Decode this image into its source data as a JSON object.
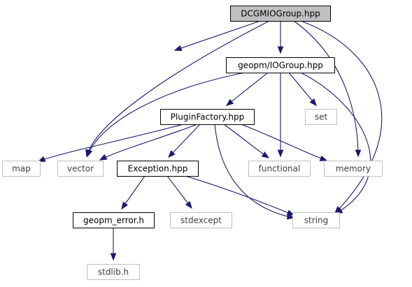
{
  "colors": {
    "edge": "#191970",
    "root_fill": "#bfbfbf",
    "node_fill": "#ffffff",
    "node_border": "#000000",
    "external_border": "#bfbfbf",
    "external_text": "#404040",
    "text": "#000000"
  },
  "nodes": [
    {
      "id": "dcgm",
      "label": "DCGMIOGroup.hpp",
      "kind": "root"
    },
    {
      "id": "iogroup",
      "label": "geopm/IOGroup.hpp",
      "kind": "header"
    },
    {
      "id": "plugin",
      "label": "PluginFactory.hpp",
      "kind": "header"
    },
    {
      "id": "exception",
      "label": "Exception.hpp",
      "kind": "header"
    },
    {
      "id": "geopm_error",
      "label": "geopm_error.h",
      "kind": "header"
    },
    {
      "id": "set",
      "label": "set",
      "kind": "external"
    },
    {
      "id": "map",
      "label": "map",
      "kind": "external"
    },
    {
      "id": "vector",
      "label": "vector",
      "kind": "external"
    },
    {
      "id": "functional",
      "label": "functional",
      "kind": "external"
    },
    {
      "id": "memory",
      "label": "memory",
      "kind": "external"
    },
    {
      "id": "stdexcept",
      "label": "stdexcept",
      "kind": "external"
    },
    {
      "id": "string",
      "label": "string",
      "kind": "external"
    },
    {
      "id": "stdlib",
      "label": "stdlib.h",
      "kind": "external"
    }
  ],
  "edges": [
    {
      "from": "dcgm",
      "to": "iogroup"
    },
    {
      "from": "dcgm",
      "to": "map"
    },
    {
      "from": "dcgm",
      "to": "vector"
    },
    {
      "from": "dcgm",
      "to": "memory"
    },
    {
      "from": "dcgm",
      "to": "string"
    },
    {
      "from": "iogroup",
      "to": "plugin"
    },
    {
      "from": "iogroup",
      "to": "vector"
    },
    {
      "from": "iogroup",
      "to": "functional"
    },
    {
      "from": "iogroup",
      "to": "set"
    },
    {
      "from": "iogroup",
      "to": "string"
    },
    {
      "from": "plugin",
      "to": "map"
    },
    {
      "from": "plugin",
      "to": "vector"
    },
    {
      "from": "plugin",
      "to": "exception"
    },
    {
      "from": "plugin",
      "to": "functional"
    },
    {
      "from": "plugin",
      "to": "memory"
    },
    {
      "from": "plugin",
      "to": "string"
    },
    {
      "from": "exception",
      "to": "geopm_error"
    },
    {
      "from": "exception",
      "to": "stdexcept"
    },
    {
      "from": "exception",
      "to": "string"
    },
    {
      "from": "geopm_error",
      "to": "stdlib"
    }
  ]
}
